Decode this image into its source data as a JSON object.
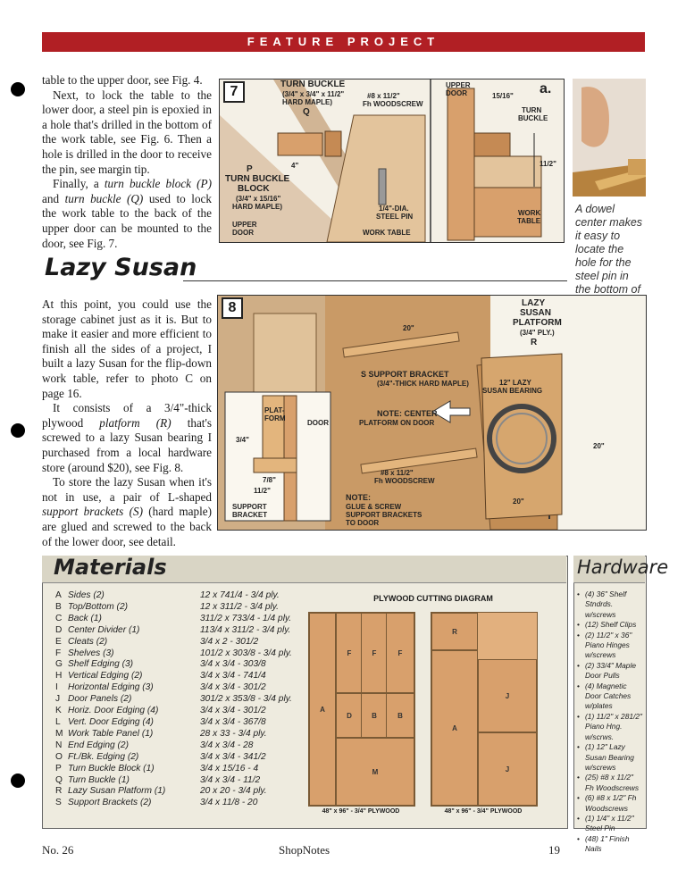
{
  "banner": "FEATURE PROJECT",
  "intro": {
    "p1": "table to the upper door, see Fig. 4.",
    "p2a": "Next, to lock the table to the lower door, a steel pin is epoxied in a hole that's drilled in the bottom of the work table, see Fig. 6. Then a hole is drilled in the door to receive the pin, see margin tip.",
    "p3_pre": "Finally, a ",
    "p3_em1": "turn buckle block (P)",
    "p3_mid": " and ",
    "p3_em2": "turn buckle (Q)",
    "p3_post": " used to lock the work table to the back of the upper door can be mounted to the door, see Fig. 7."
  },
  "fig7": {
    "number": "7",
    "turn_buckle": "TURN BUCKLE",
    "turn_buckle_dims": "(3/4\" x 3/4\" x 11/2\"",
    "turn_buckle_mat": "HARD MAPLE)",
    "q": "Q",
    "screw": "#8 x 11/2\"",
    "screw_type": "Fh WOODSCREW",
    "p": "P",
    "block1": "TURN BUCKLE",
    "block2": "BLOCK",
    "block_dims": "(3/4\" x 15/16\"",
    "block_mat": "HARD MAPLE)",
    "upper_door": "UPPER",
    "upper_door2": "DOOR",
    "pin": "1/4\"-DIA.",
    "pin2": "STEEL PIN",
    "work_table": "WORK TABLE",
    "dim_4": "4\"",
    "detail_a": "a.",
    "a_upper": "UPPER",
    "a_door": "DOOR",
    "a_dim": "15/16\"",
    "a_turn": "TURN",
    "a_buckle": "BUCKLE",
    "a_dim2": "11/2\"",
    "a_work": "WORK",
    "a_table": "TABLE"
  },
  "margin_caption": "A dowel center makes it easy to locate the hole for the steel pin in the bottom of the work table.",
  "section_title": "Lazy Susan",
  "lazy": {
    "p1": "At this point, you could use the storage cabinet just as it is. But to make it easier and more efficient to finish all the sides of a project, I built a lazy Susan for the flip-down work table, refer to photo C on page 16.",
    "p2_pre": "It consists of a 3/4\"-thick plywood ",
    "p2_em": "platform (R)",
    "p2_post": " that's screwed to a lazy Susan bearing I purchased from a local hardware store (around $20), see Fig. 8.",
    "p3_pre": "To store the lazy Susan when it's not in use, a pair of L-shaped ",
    "p3_em": "support brackets (S)",
    "p3_post": " (hard maple) are glued and screwed to the back of the lower door, see detail."
  },
  "fig8": {
    "number": "8",
    "lazy1": "LAZY",
    "lazy2": "SUSAN",
    "lazy3": "PLATFORM",
    "lazy4": "(3/4\" PLY.)",
    "r": "R",
    "dim20a": "20\"",
    "support": "S SUPPORT BRACKET",
    "support_dims": "(3/4\"-THICK HARD MAPLE)",
    "note1": "NOTE: CENTER",
    "note1b": "PLATFORM ON DOOR",
    "bearing": "12\" LAZY",
    "bearing2": "SUSAN BEARING",
    "dim20b": "20\"",
    "dim20c": "20\"",
    "plat": "PLAT-",
    "form": "FORM",
    "door": "DOOR",
    "d34": "3/4\"",
    "d78": "7/8\"",
    "d112": "11/2\"",
    "support_br": "SUPPORT",
    "bracket": "BRACKET",
    "screw8": "#8 x 11/2\"",
    "screw8b": "Fh WOODSCREW",
    "note2": "NOTE:",
    "note2b": "GLUE & SCREW",
    "note2c": "SUPPORT BRACKETS",
    "note2d": "TO DOOR"
  },
  "materials": {
    "title": "Materials",
    "items": [
      {
        "code": "A",
        "name": "Sides (2)",
        "size": "12 x 741/4 - 3/4 ply."
      },
      {
        "code": "B",
        "name": "Top/Bottom (2)",
        "size": "12 x 311/2 - 3/4 ply."
      },
      {
        "code": "C",
        "name": "Back (1)",
        "size": "311/2 x 733/4 - 1/4 ply."
      },
      {
        "code": "D",
        "name": "Center Divider (1)",
        "size": "113/4 x 311/2 - 3/4 ply."
      },
      {
        "code": "E",
        "name": "Cleats (2)",
        "size": "3/4 x 2 - 301/2"
      },
      {
        "code": "F",
        "name": "Shelves (3)",
        "size": "101/2 x 303/8 - 3/4 ply."
      },
      {
        "code": "G",
        "name": "Shelf Edging (3)",
        "size": "3/4 x 3/4 - 303/8"
      },
      {
        "code": "H",
        "name": "Vertical Edging (2)",
        "size": "3/4 x 3/4 - 741/4"
      },
      {
        "code": "I",
        "name": "Horizontal Edging (3)",
        "size": "3/4 x 3/4 - 301/2"
      },
      {
        "code": "J",
        "name": "Door Panels (2)",
        "size": "301/2 x 353/8 - 3/4 ply."
      },
      {
        "code": "K",
        "name": "Horiz. Door Edging (4)",
        "size": "3/4 x 3/4 - 301/2"
      },
      {
        "code": "L",
        "name": "Vert. Door Edging (4)",
        "size": "3/4 x 3/4 - 367/8"
      },
      {
        "code": "M",
        "name": "Work Table Panel (1)",
        "size": "28 x 33 - 3/4 ply."
      },
      {
        "code": "N",
        "name": "End Edging (2)",
        "size": "3/4 x 3/4 - 28"
      },
      {
        "code": "O",
        "name": "Ft./Bk. Edging (2)",
        "size": "3/4 x 3/4 - 341/2"
      },
      {
        "code": "P",
        "name": "Turn Buckle Block (1)",
        "size": "3/4 x 15/16 - 4"
      },
      {
        "code": "Q",
        "name": "Turn Buckle (1)",
        "size": "3/4 x 3/4 - 11/2"
      },
      {
        "code": "R",
        "name": "Lazy Susan Platform (1)",
        "size": "20 x 20 - 3/4 ply."
      },
      {
        "code": "S",
        "name": "Support Brackets (2)",
        "size": "3/4 x 11/8 - 20"
      }
    ],
    "diagram_title": "PLYWOOD CUTTING DIAGRAM",
    "sheet1_caption": "48\" x 96\" - 3/4\" PLYWOOD",
    "sheet2_caption": "48\" x 96\" - 3/4\" PLYWOOD"
  },
  "hardware": {
    "title": "Hardware",
    "items": [
      "(4) 36\" Shelf Stndrds. w/screws",
      "(12) Shelf Clips",
      "(2) 11/2\" x 36\" Piano Hinges w/screws",
      "(2) 33/4\" Maple Door Pulls",
      "(4) Magnetic Door Catches w/plates",
      "(1) 11/2\" x 281/2\" Piano Hng. w/scrws.",
      "(1) 12\" Lazy Susan Bearing w/screws",
      "(25) #8 x 11/2\" Fh Woodscrews",
      "(6) #8 x 1/2\" Fh Woodscrews",
      "(1) 1/4\" x 11/2\" Steel Pin",
      "(48) 1\" Finish Nails"
    ]
  },
  "footer": {
    "issue": "No. 26",
    "brand": "ShopNotes",
    "page": "19"
  },
  "colors": {
    "banner": "#b11f24",
    "wood": "#d8a06c",
    "panel": "#f4f0e6"
  }
}
